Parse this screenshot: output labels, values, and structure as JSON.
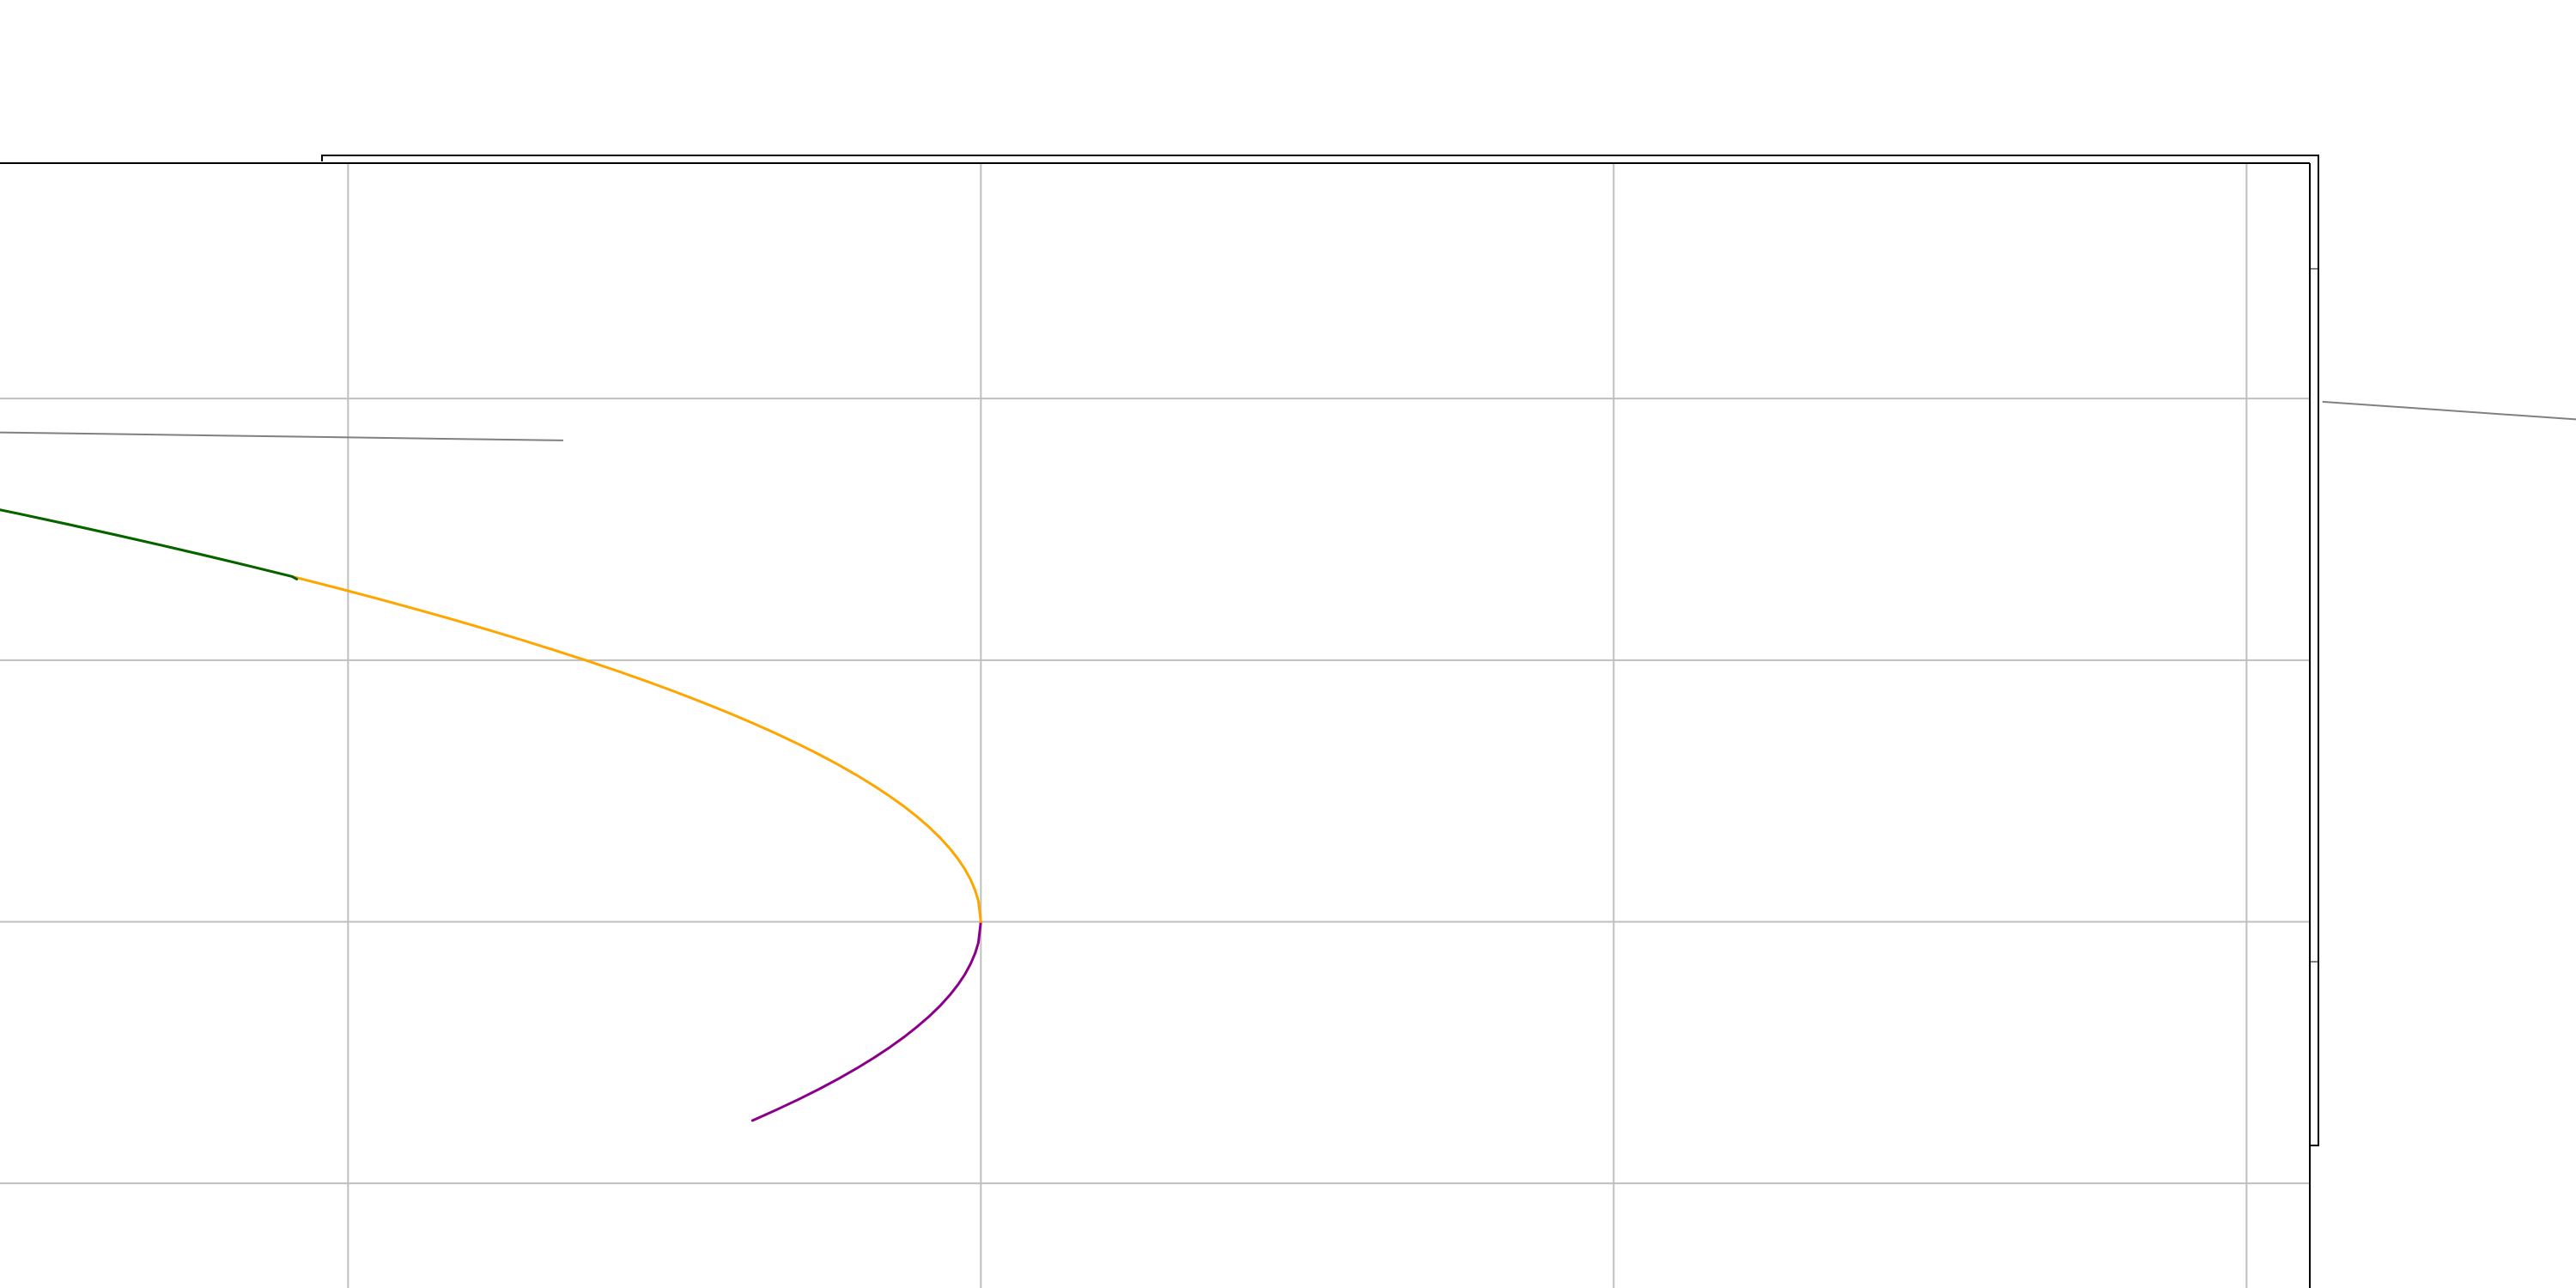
{
  "chart_data": {
    "type": "line",
    "grid": true,
    "xlim": [
      -0.775,
      1.05
    ],
    "ylim": [
      -0.7,
      1.45
    ],
    "x_gridlines": [
      -0.5,
      0,
      0.5,
      1
    ],
    "y_gridlines": [
      -0.5,
      0,
      0.5,
      1
    ],
    "series": [
      {
        "color": "#8b008b",
        "x": [
          0,
          -0.0005,
          -0.002,
          -0.0045,
          -0.008,
          -0.0125,
          -0.018,
          -0.0245,
          -0.032,
          -0.0405,
          -0.05,
          -0.0605,
          -0.072,
          -0.0845,
          -0.098,
          -0.1125,
          -0.128,
          -0.1445,
          -0.162,
          -0.1805
        ],
        "y": [
          0,
          -0.01,
          -0.04,
          -0.06,
          -0.08,
          -0.1,
          -0.12,
          -0.14,
          -0.16,
          -0.18,
          -0.2,
          -0.22,
          -0.24,
          -0.26,
          -0.28,
          -0.3,
          -0.32,
          -0.34,
          -0.36,
          -0.38
        ]
      },
      {
        "color": "#ffa500",
        "x": [
          0,
          -0.0005,
          -0.002,
          -0.0045,
          -0.008,
          -0.0125,
          -0.018,
          -0.0245,
          -0.032,
          -0.0405,
          -0.05,
          -0.0605,
          -0.072,
          -0.0845,
          -0.098,
          -0.1125,
          -0.128,
          -0.1445,
          -0.162,
          -0.1805,
          -0.2,
          -0.2205,
          -0.242,
          -0.2645,
          -0.288,
          -0.3125,
          -0.338,
          -0.3645,
          -0.392,
          -0.4205,
          -0.45,
          -0.4805,
          -0.512,
          -0.5445,
          -0.578,
          -0.6125,
          -0.648,
          -0.6845,
          -0.722,
          -0.7605,
          -0.78
        ],
        "y": [
          0,
          0.01,
          0.04,
          0.06,
          0.08,
          0.1,
          0.12,
          0.14,
          0.16,
          0.18,
          0.2,
          0.22,
          0.24,
          0.26,
          0.28,
          0.3,
          0.32,
          0.34,
          0.36,
          0.38,
          0.4,
          0.42,
          0.44,
          0.46,
          0.48,
          0.5,
          0.52,
          0.54,
          0.56,
          0.58,
          0.6,
          0.62,
          0.64,
          0.66,
          0.68,
          0.7,
          0.72,
          0.74,
          0.76,
          0.78,
          0.79
        ]
      },
      {
        "color": "#006400",
        "x": [
          -0.5405,
          -0.5445,
          -0.578,
          -0.6125,
          -0.648,
          -0.6845,
          -0.722,
          -0.7605,
          -0.79
        ],
        "y": [
          0.655,
          0.66,
          0.68,
          0.7,
          0.72,
          0.74,
          0.76,
          0.78,
          0.795
        ]
      }
    ],
    "annotation_lines": [
      {
        "x": [
          -1.2,
          -0.33
        ],
        "y": [
          0.95,
          0.92
        ]
      },
      {
        "x": [
          1.06,
          1.5
        ],
        "y": [
          0.994,
          0.92
        ]
      }
    ]
  }
}
